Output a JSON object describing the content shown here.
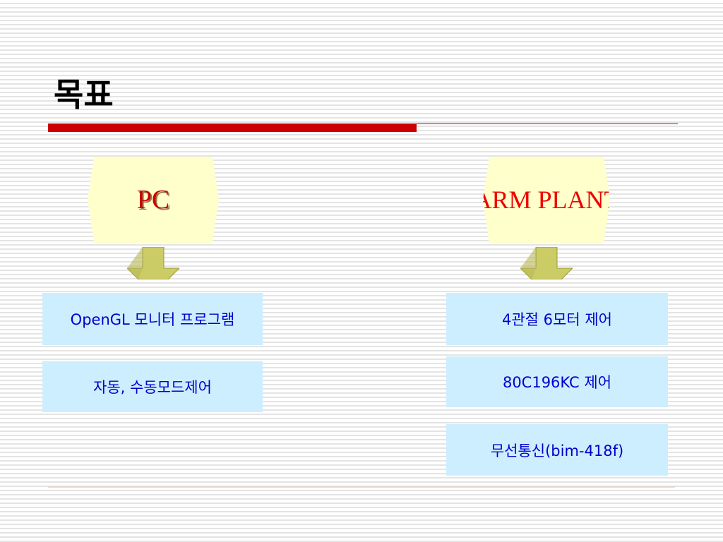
{
  "slide": {
    "title": "목표"
  },
  "left": {
    "header": "PC",
    "boxes": [
      "OpenGL 모니터 프로그램",
      "자동, 수동모드제어"
    ]
  },
  "right": {
    "header": "ARM PLANT",
    "boxes": [
      "4관절 6모터 제어",
      "80C196KC 제어",
      "무선통신(bim-418f)"
    ]
  },
  "colors": {
    "accent_red": "#cc0000",
    "hex_fill": "#ffffcc",
    "box_fill": "#cceeff",
    "box_text": "#0000cc",
    "arrow_fill": "#cccc66"
  },
  "icons": {
    "arrow": "down-arrow-icon"
  }
}
